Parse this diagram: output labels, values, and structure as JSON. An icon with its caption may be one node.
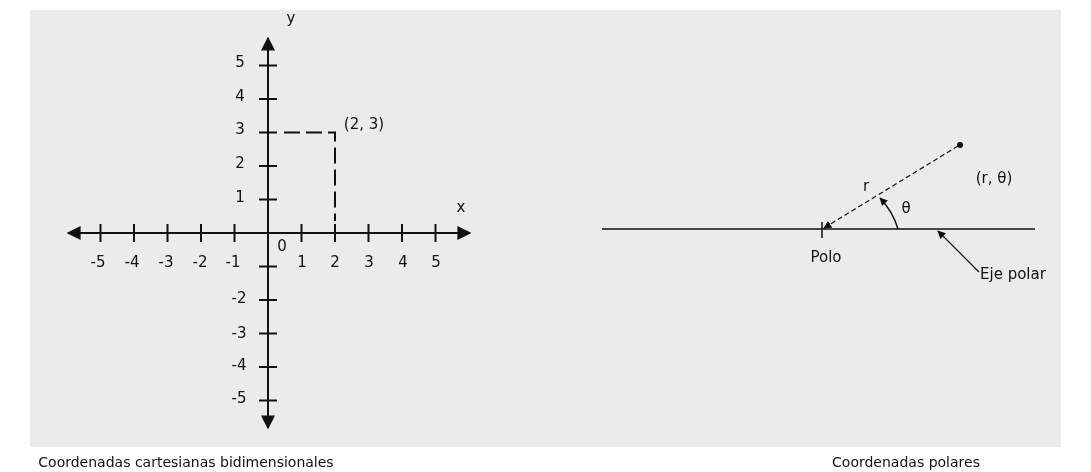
{
  "diagram": {
    "nodes": [
      {
        "text": [],
        "shape": "line"
      },
      {
        "text": [
          "Eje polar"
        ]
      }
    ],
    "edges": [
      {
        "from": 1,
        "to": 0,
        "arrow": "to"
      }
    ],
    "labels": [
      "y",
      "5",
      "4",
      "3",
      "(2, 3)",
      "2",
      "1",
      "x",
      "0",
      "-5",
      "-4",
      "-3",
      "-2",
      "-1",
      "1",
      "2",
      "3",
      "4",
      "5",
      "-2",
      "-3",
      "-4",
      "-5",
      "(r, θ)",
      "r",
      "θ",
      "Polo",
      "Coordenadas cartesianas bidimensionales",
      "Coordenadas polares"
    ]
  }
}
